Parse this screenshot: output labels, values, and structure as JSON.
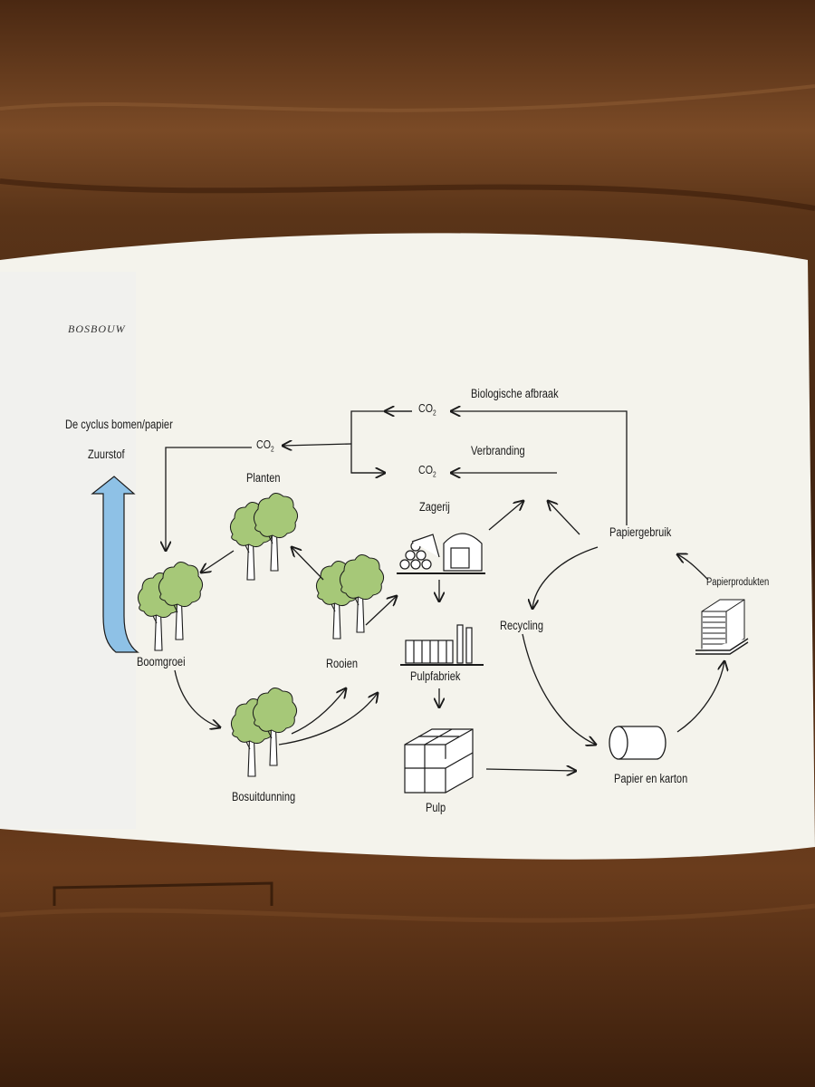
{
  "page": {
    "section": "BOSBOUW",
    "title": "De cyclus bomen/papier",
    "oxygen": "Zuurstof"
  },
  "co2": {
    "base": "CO",
    "sub": "2"
  },
  "processes": {
    "bio": "Biologische afbraak",
    "burn": "Verbranding",
    "recycling": "Recycling"
  },
  "nodes": {
    "planten": "Planten",
    "boomgroei": "Boomgroei",
    "rooien": "Rooien",
    "bosuitdunning": "Bosuitdunning",
    "zagerij": "Zagerij",
    "pulpfabriek": "Pulpfabriek",
    "pulp": "Pulp",
    "papiergebruik": "Papiergebruik",
    "papierprodukten": "Papierprodukten",
    "papier": "Papier en karton"
  },
  "colors": {
    "tree": "#a6c878",
    "arrow_blue": "#8ec1e6",
    "page": "#f4f3ec",
    "wood": "#5a3418"
  }
}
